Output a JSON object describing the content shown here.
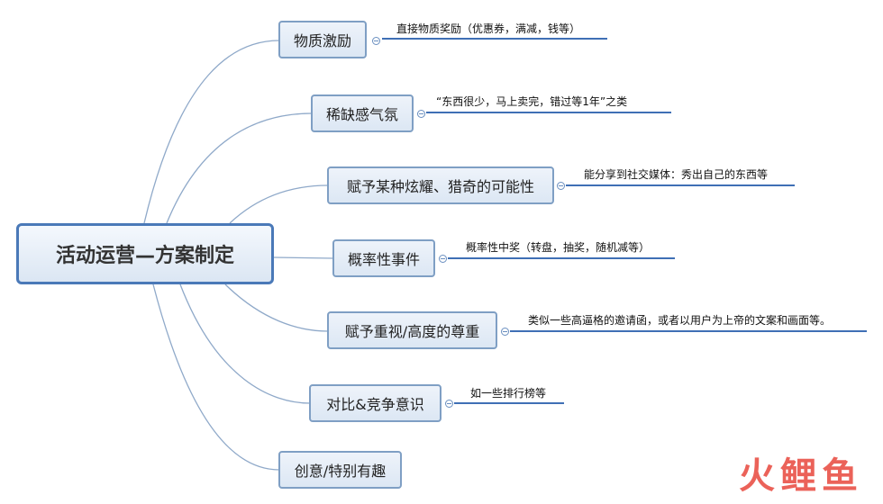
{
  "root": {
    "label": "活动运营—方案制定"
  },
  "branches": [
    {
      "label": "物质激励",
      "note": "直接物质奖励（优惠券，满减，钱等）"
    },
    {
      "label": "稀缺感气氛",
      "note": "“东西很少，马上卖完，错过等1年”之类"
    },
    {
      "label": "赋予某种炫耀、猎奇的可能性",
      "note": "能分享到社交媒体：秀出自己的东西等"
    },
    {
      "label": "概率性事件",
      "note": "概率性中奖（转盘，抽奖，随机减等）"
    },
    {
      "label": "赋予重视/高度的尊重",
      "note": "类似一些高逼格的邀请函，或者以用户为上帝的文案和画面等。"
    },
    {
      "label": "对比&竞争意识",
      "note": "如一些排行榜等"
    },
    {
      "label": "创意/特别有趣"
    }
  ],
  "watermark": "火鲤鱼",
  "colors": {
    "line": "#8fa9c9",
    "underline": "#3f6fb5",
    "root_border": "#4a79b8",
    "node_border": "#7f9fc4",
    "watermark": "#e8473d"
  }
}
